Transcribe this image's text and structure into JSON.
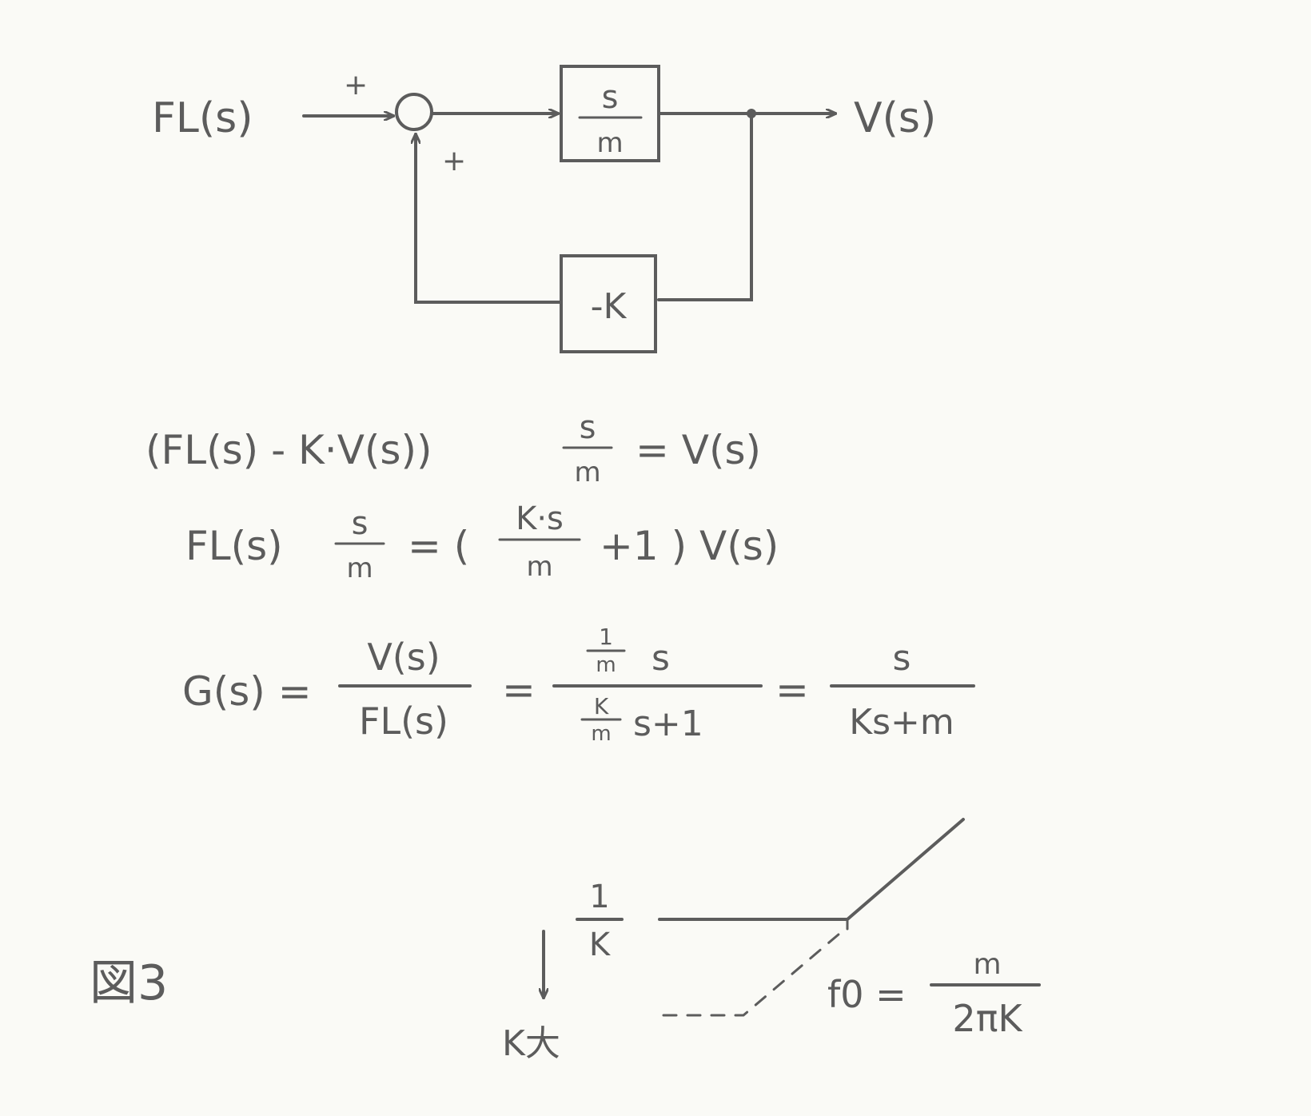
{
  "block_diagram": {
    "input_label": "FL(s)",
    "output_label": "V(s)",
    "plus_top": "+",
    "plus_bottom": "+",
    "forward_block": {
      "numerator": "s",
      "denominator": "m"
    },
    "feedback_block": {
      "label": "-K"
    }
  },
  "equations": {
    "eq1": {
      "left": "(FL(s) - K·V(s))",
      "frac_num": "s",
      "frac_den": "m",
      "right": "= V(s)"
    },
    "eq2": {
      "left": "FL(s)",
      "frac1_num": "s",
      "frac1_den": "m",
      "mid": "= (",
      "frac2_num": "K·s",
      "frac2_den": "m",
      "right": "+1 ) V(s)"
    },
    "eq3": {
      "left": "G(s) =",
      "f1_num": "V(s)",
      "f1_den": "FL(s)",
      "eq_a": "=",
      "f2_num_small_num": "1",
      "f2_num_small_den": "m",
      "f2_num_tail": "s",
      "f2_den_small_num": "K",
      "f2_den_small_den": "m",
      "f2_den_tail": "s+1",
      "eq_b": "=",
      "f3_num": "s",
      "f3_den": "Ks+m"
    }
  },
  "figure": {
    "label": "図3",
    "gain_num": "1",
    "gain_den": "K",
    "arrow_caption": "K大",
    "f0_lhs": "f0 =",
    "f0_num": "m",
    "f0_den": "2πK"
  }
}
